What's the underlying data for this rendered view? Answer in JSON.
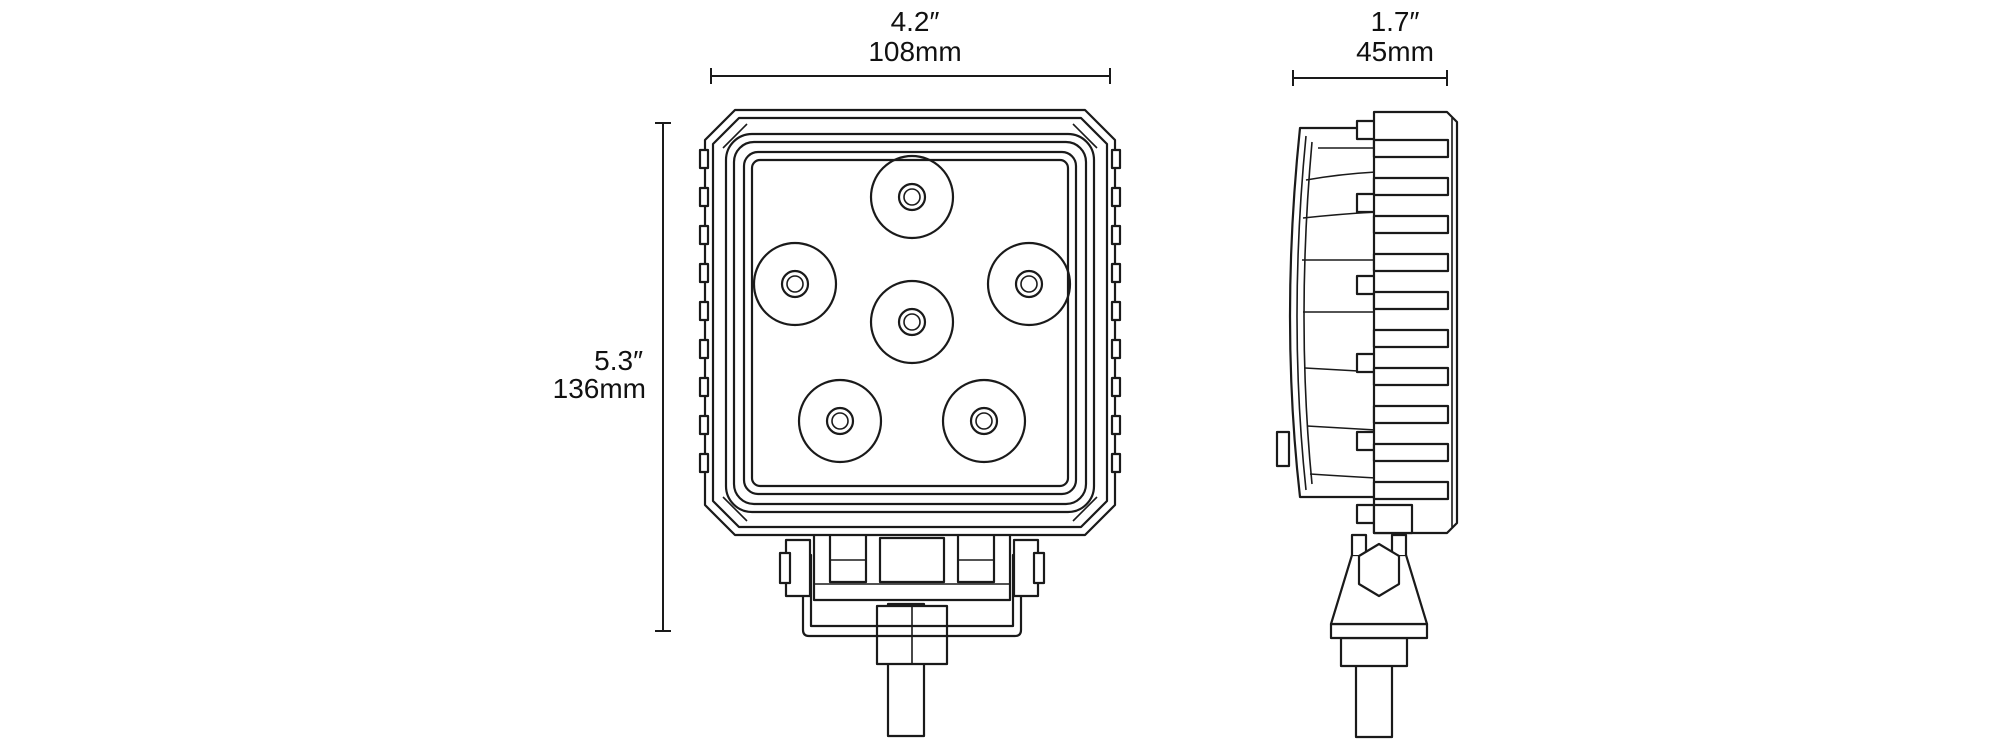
{
  "dimensions": {
    "width": {
      "inch": "4.2″",
      "mm": "108mm"
    },
    "depth": {
      "inch": "1.7″",
      "mm": "45mm"
    },
    "height": {
      "inch": "5.3″",
      "mm": "136mm"
    }
  },
  "views": [
    "front-view",
    "side-view"
  ],
  "led_count": 6
}
